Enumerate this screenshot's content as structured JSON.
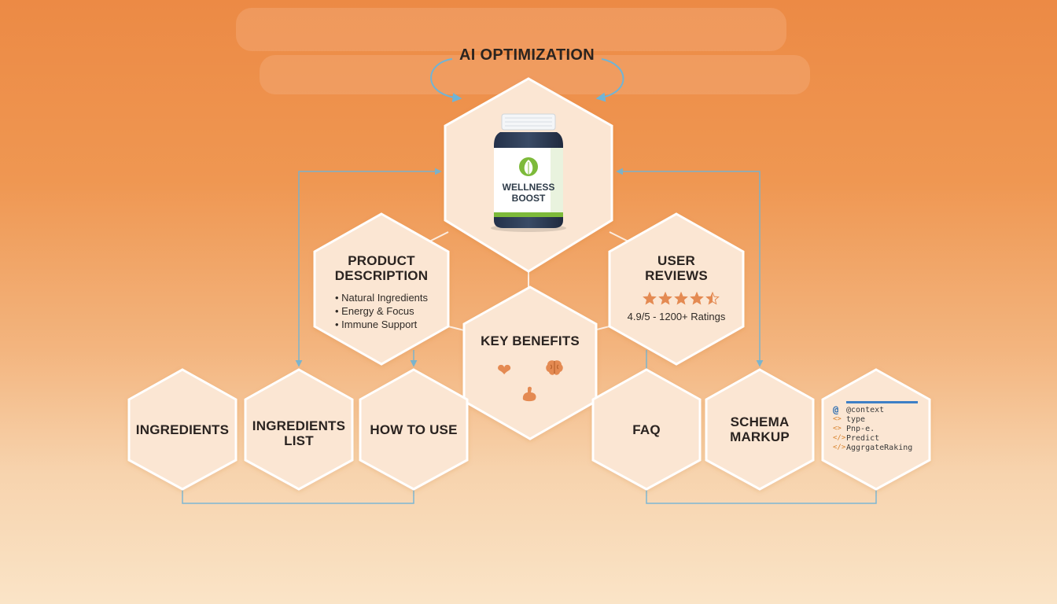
{
  "header": {
    "title": "AI OPTIMIZATION"
  },
  "product": {
    "label_line1": "WELLNESS",
    "label_line2": "BOOST",
    "icon": "leaf-icon"
  },
  "nodes": {
    "product_description": {
      "title_line1": "PRODUCT",
      "title_line2": "DESCRIPTION",
      "bullets": [
        "Natural Ingredients",
        "Energy & Focus",
        "Immune Support"
      ]
    },
    "user_reviews": {
      "title_line1": "USER",
      "title_line2": "REVIEWS",
      "rating": 4.5,
      "rating_max": 5,
      "rating_text": "4.9/5 - 1200+ Ratings"
    },
    "key_benefits": {
      "title": "KEY BENEFITS",
      "icons": [
        "heart-icon",
        "brain-icon",
        "muscle-icon"
      ]
    },
    "ingredients": {
      "title": "INGREDIENTS"
    },
    "ingredients_list": {
      "title_line1": "INGREDIENTS",
      "title_line2": "LIST"
    },
    "how_to_use": {
      "title": "HOW TO USE"
    },
    "faq": {
      "title": "FAQ"
    },
    "schema_markup": {
      "title_line1": "SCHEMA",
      "title_line2": "MARKUP"
    },
    "schema_code": {
      "lines": [
        {
          "symbol": "@",
          "text": "@context"
        },
        {
          "symbol": "<>",
          "text": "type"
        },
        {
          "symbol": "<>",
          "text": "Pnp-e."
        },
        {
          "symbol": "</>",
          "text": "Predict"
        },
        {
          "symbol": "</>",
          "text": "AggrgateRaking"
        }
      ]
    }
  },
  "colors": {
    "hex_fill": "#fbe6d3",
    "hex_stroke": "#ffffff",
    "connector": "#6fb4d6",
    "accent": "#e48a52",
    "bottle_body": "#2e3a4f",
    "bottle_label_green": "#7dba3a"
  }
}
